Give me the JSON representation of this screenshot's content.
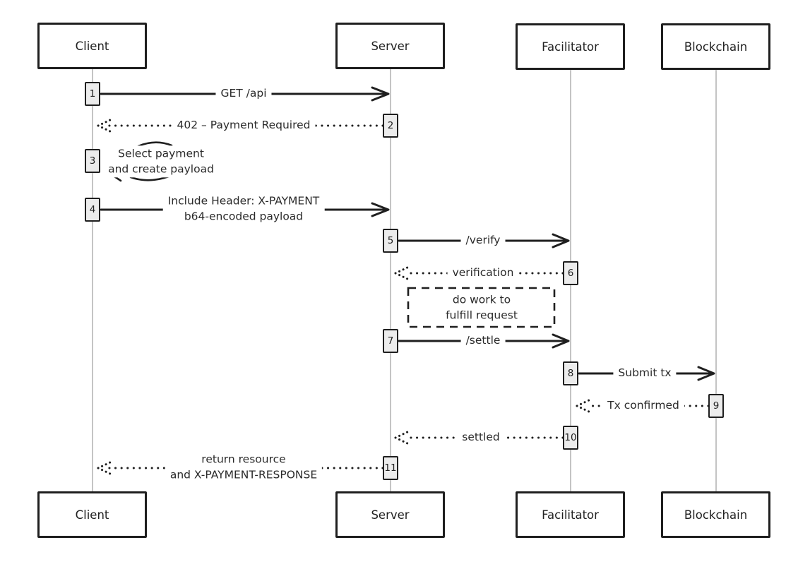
{
  "diagram": {
    "actors": [
      {
        "id": "client",
        "label": "Client"
      },
      {
        "id": "server",
        "label": "Server"
      },
      {
        "id": "facilitator",
        "label": "Facilitator"
      },
      {
        "id": "blockchain",
        "label": "Blockchain"
      }
    ],
    "messages": [
      {
        "step": "1",
        "from": "client",
        "to": "server",
        "style": "solid",
        "label": "GET /api"
      },
      {
        "step": "2",
        "from": "server",
        "to": "client",
        "style": "dotted",
        "label": "402 – Payment Required"
      },
      {
        "step": "3",
        "from": "client",
        "to": "client",
        "style": "note",
        "label": "Select payment\nand create payload"
      },
      {
        "step": "4",
        "from": "client",
        "to": "server",
        "style": "solid",
        "label": "Include Header: X-PAYMENT\nb64-encoded payload"
      },
      {
        "step": "5",
        "from": "server",
        "to": "facilitator",
        "style": "solid",
        "label": "/verify"
      },
      {
        "step": "6",
        "from": "facilitator",
        "to": "server",
        "style": "dotted",
        "label": "verification"
      },
      {
        "step": "7",
        "from": "server",
        "to": "facilitator",
        "style": "solid",
        "label": "/settle"
      },
      {
        "step": "8",
        "from": "facilitator",
        "to": "blockchain",
        "style": "solid",
        "label": "Submit tx"
      },
      {
        "step": "9",
        "from": "blockchain",
        "to": "facilitator",
        "style": "dotted",
        "label": "Tx confirmed"
      },
      {
        "step": "10",
        "from": "facilitator",
        "to": "server",
        "style": "dotted",
        "label": "settled"
      },
      {
        "step": "11",
        "from": "server",
        "to": "client",
        "style": "dotted",
        "label": "return resource\nand X-PAYMENT-RESPONSE"
      }
    ],
    "note_box": {
      "label": "do work to\nfulfill request"
    },
    "colors": {
      "stroke": "#1f1f1f",
      "lifeline": "#b5b5b5",
      "step_fill": "#ececec",
      "background": "#ffffff"
    }
  }
}
